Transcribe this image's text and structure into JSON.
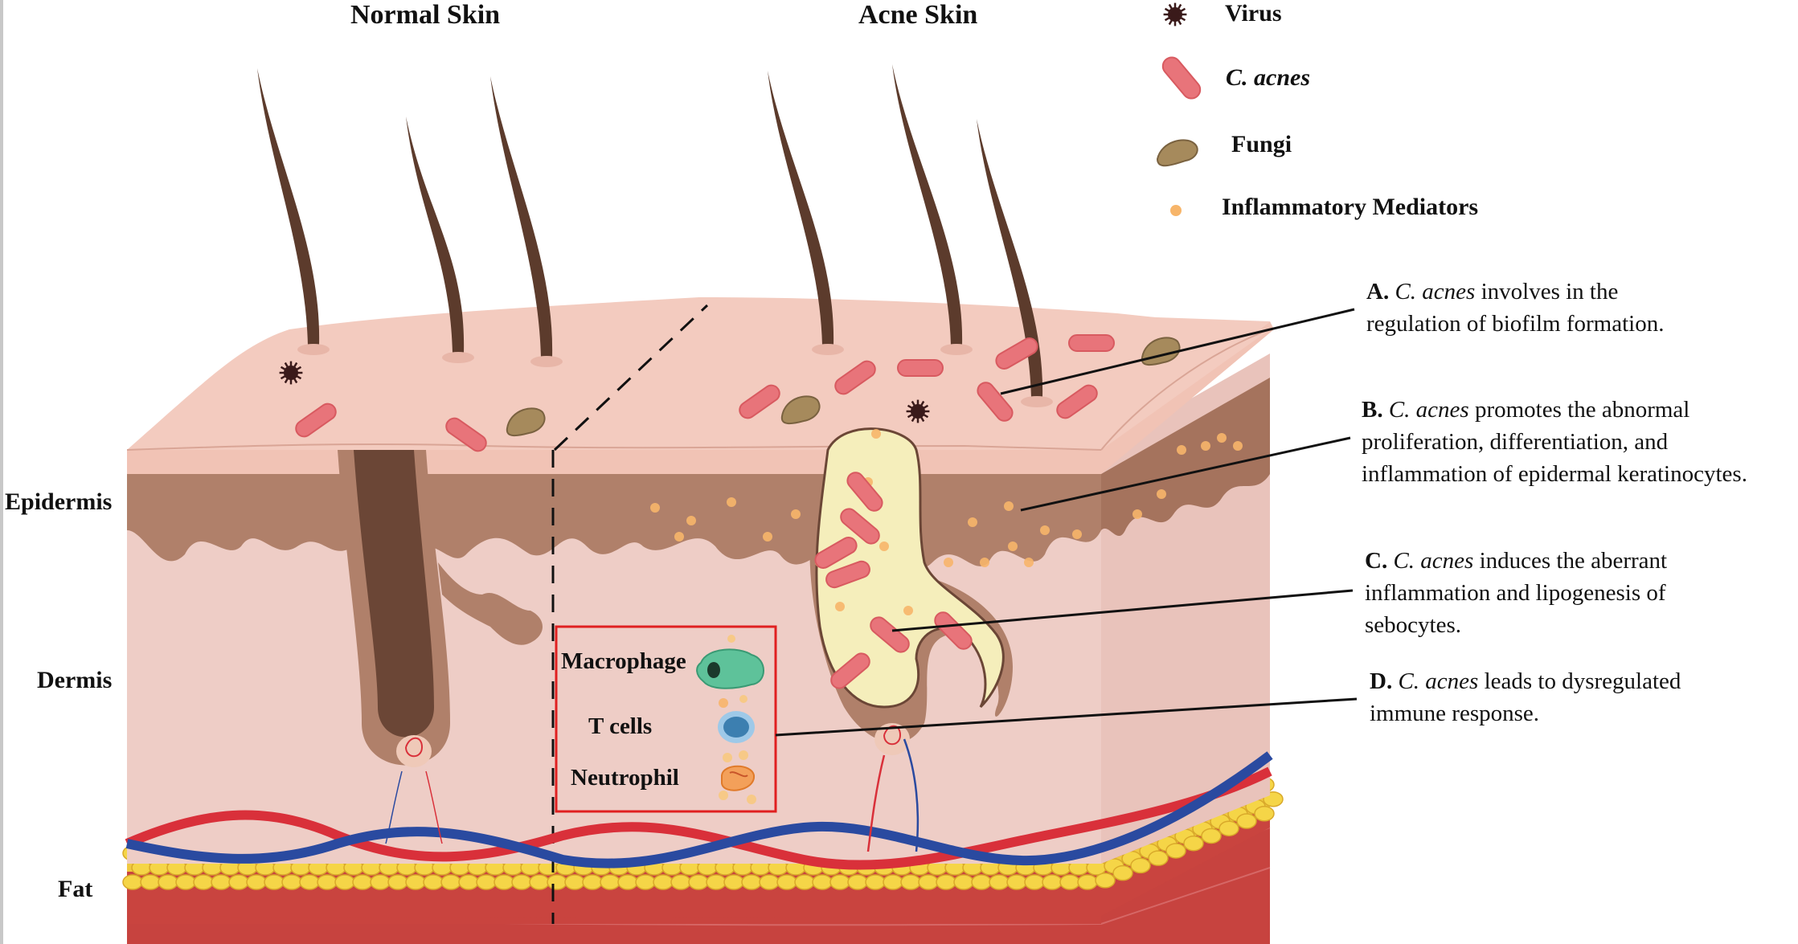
{
  "titles": {
    "normal": "Normal Skin",
    "acne": "Acne Skin"
  },
  "layers": {
    "epidermis": "Epidermis",
    "dermis": "Dermis",
    "fat": "Fat"
  },
  "legend": [
    {
      "icon": "virus-icon",
      "label": "Virus"
    },
    {
      "icon": "c-acnes-icon",
      "label": "C. acnes"
    },
    {
      "icon": "fungi-icon",
      "label": "Fungi"
    },
    {
      "icon": "inflammatory-mediator-icon",
      "label": "Inflammatory Mediators"
    }
  ],
  "immune_cells": [
    {
      "icon": "macrophage-icon",
      "label": "Macrophage"
    },
    {
      "icon": "t-cell-icon",
      "label": "T cells"
    },
    {
      "icon": "neutrophil-icon",
      "label": "Neutrophil"
    }
  ],
  "annotations": [
    {
      "letter": "A.",
      "species": "C. acnes",
      "line1_rest": " involves in the",
      "line2": "regulation of biofilm formation.",
      "line3": ""
    },
    {
      "letter": "B.",
      "species": "C. acnes",
      "line1_rest": " promotes the abnormal",
      "line2": "proliferation, differentiation, and",
      "line3": "inflammation of epidermal keratinocytes."
    },
    {
      "letter": "C.",
      "species": "C. acnes",
      "line1_rest": " induces the aberrant",
      "line2": "inflammation and lipogenesis of",
      "line3": "sebocytes."
    },
    {
      "letter": "D.",
      "species": "C. acnes",
      "line1_rest": " leads to dysregulated",
      "line2": "immune response.",
      "line3": ""
    }
  ],
  "colors": {
    "surface": "#f3cbbf",
    "epidermis": "#b0806a",
    "dermis": "#eecdc6",
    "hair": "#5c3b2c",
    "bacteria": "#e8747a",
    "fungi": "#a68a5c",
    "virus": "#3a1a1a",
    "mediator": "#f7b56a",
    "sebum": "#f5eebb",
    "fat": "#f5d547",
    "muscle": "#c0403f",
    "artery": "#d9303a",
    "vein": "#2a4aa0",
    "box": "#e02020"
  }
}
